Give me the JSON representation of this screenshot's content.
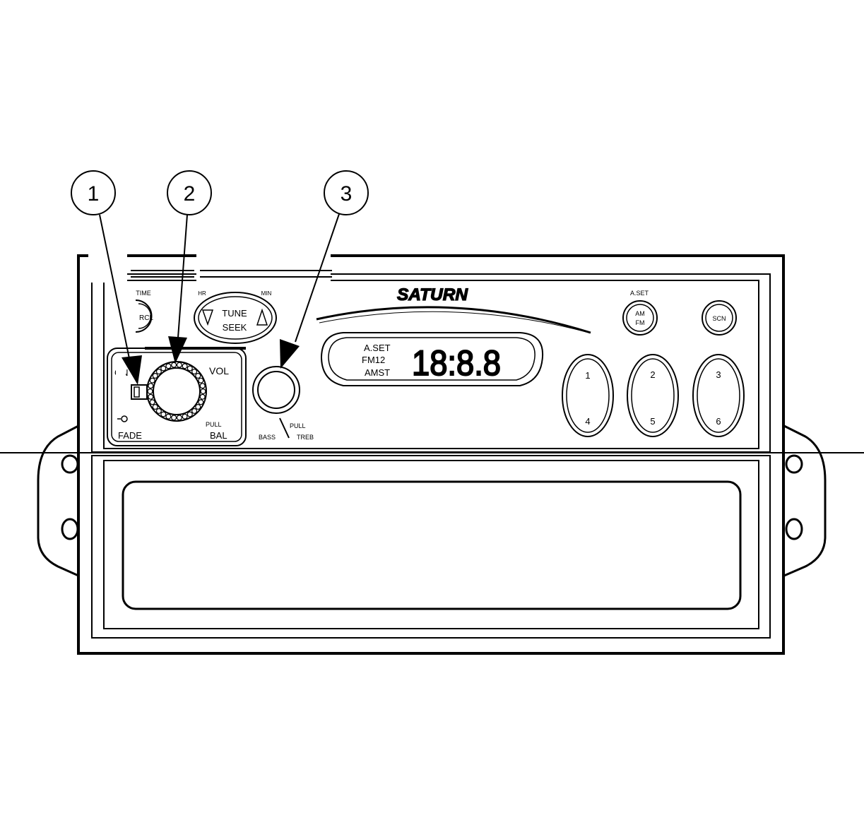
{
  "diagram": {
    "callouts": [
      {
        "number": "1",
        "target": "on-off-switch"
      },
      {
        "number": "2",
        "target": "volume-knob"
      },
      {
        "number": "3",
        "target": "bass-treble-knob"
      }
    ],
    "brand": "SATURN",
    "labels": {
      "time": "TIME",
      "rcl": "RCL",
      "hr": "HR",
      "min": "MIN",
      "tune": "TUNE",
      "seek": "SEEK",
      "aset_top": "A.SET",
      "am": "AM",
      "fm": "FM",
      "scn": "SCN",
      "on": "ON",
      "vol": "VOL",
      "fade": "FADE",
      "pull_bal": "PULL",
      "bal": "BAL",
      "bass": "BASS",
      "pull_treb": "PULL",
      "treb": "TREB"
    },
    "display": {
      "aset": "A.SET",
      "fm12": "FM12",
      "amst": "AMST",
      "digits": "18:8.8"
    },
    "presets": [
      {
        "top": "1",
        "bottom": "4"
      },
      {
        "top": "2",
        "bottom": "5"
      },
      {
        "top": "3",
        "bottom": "6"
      }
    ],
    "colors": {
      "line": "#000000",
      "background": "#ffffff"
    }
  }
}
